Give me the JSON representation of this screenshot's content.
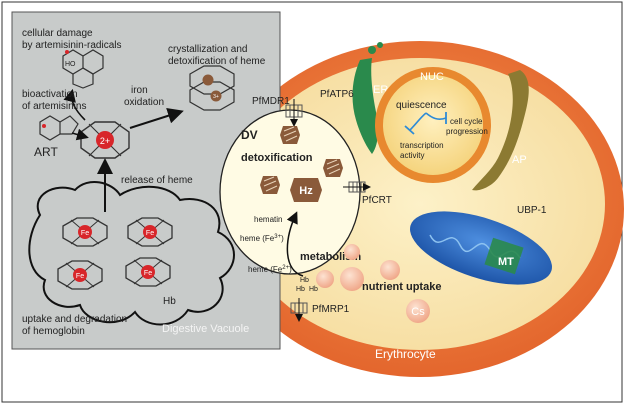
{
  "labels": {
    "cellular_damage_1": "cellular damage",
    "cellular_damage_2": "by artemisinin-radicals",
    "crystallization_1": "crystallization and",
    "crystallization_2": "detoxification of heme",
    "bioactivation_1": "bioactivation",
    "bioactivation_2": "of artemisinins",
    "iron_1": "iron",
    "iron_2": "oxidation",
    "art": "ART",
    "release_heme": "release of heme",
    "hb": "Hb",
    "uptake_1": "uptake and degradation",
    "uptake_2": "of hemoglobin",
    "digestive_vacuole": "Digestive Vacuole",
    "pfmdr1": "PfMDR1",
    "dv": "DV",
    "detoxification": "detoxification",
    "hz": "Hz",
    "hematin": "hematin",
    "heme_fe3": "heme (Fe",
    "heme_fe3_sup": "3+",
    "heme_fe3_end": ")",
    "heme_fe2": "heme (Fe",
    "heme_fe2_sup": "2+",
    "heme_fe2_end": ")",
    "metabolism": "metabolism",
    "hb_small_1": "Hb",
    "hb_small_2": "Hb",
    "hb_small_3": "Hb",
    "pfcrt": "PfCRT",
    "pfatp6": "PfATP6",
    "er": "ER",
    "nuc": "NUC",
    "quiescence": "quiescence",
    "cell_cycle_1": "cell cycle",
    "cell_cycle_2": "progression",
    "transcription_1": "transcription",
    "transcription_2": "activity",
    "ap": "AP",
    "ubp1": "UBP-1",
    "mt": "MT",
    "nutrient_uptake": "nutrient uptake",
    "cs": "Cs",
    "pfmrp1": "PfMRP1",
    "erythrocyte": "Erythrocyte",
    "heme_center_charge": "2+",
    "fe_label": "Fe",
    "fe3_label": "3+",
    "ho_label": "HO"
  },
  "colors": {
    "panel_bg": "#c9cccb",
    "erythrocyte": "#e86b2b",
    "cytoplasm": "#fae6b4",
    "dv_fill": "#fffbe4",
    "nucleus": "#e8892f",
    "mito": "#2f6fc4",
    "er_green": "#2a8a4c",
    "ap_olive": "#8c7a32",
    "heme_red": "#d8262a",
    "hz_brown": "#8a5a3a"
  }
}
